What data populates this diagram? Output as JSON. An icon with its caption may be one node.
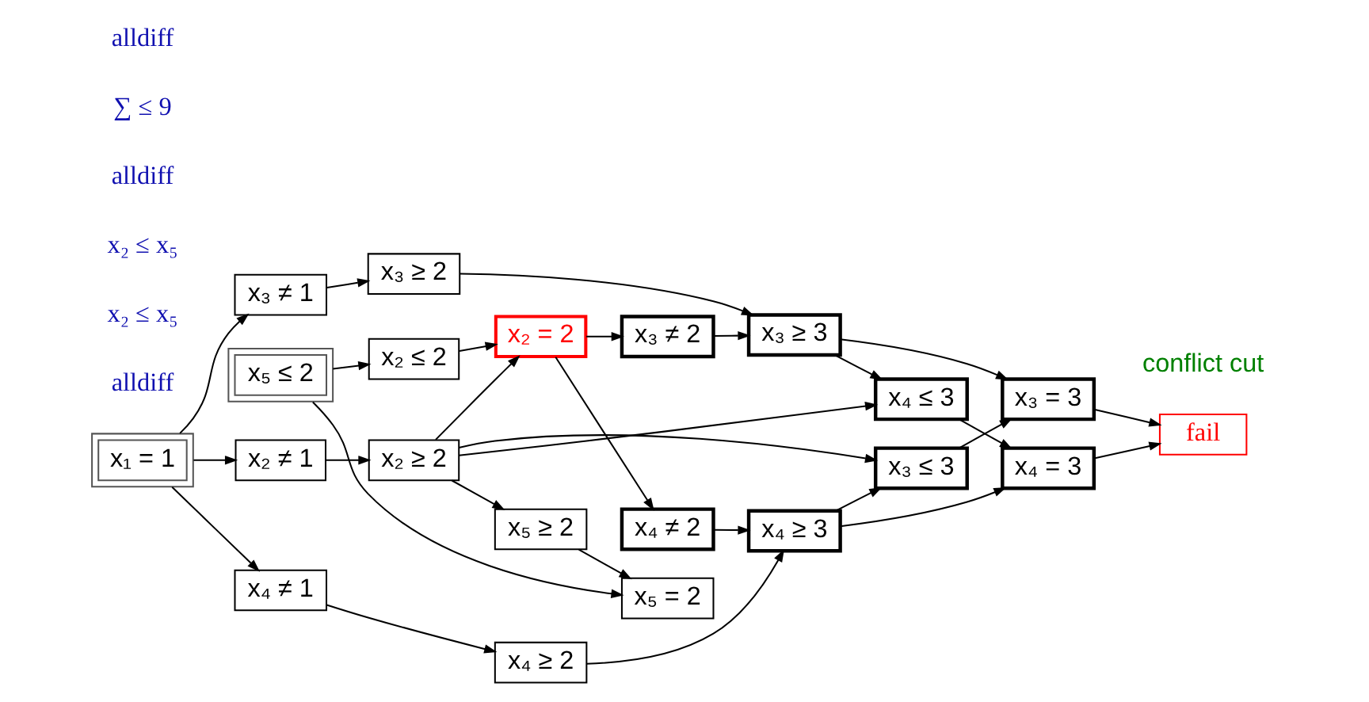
{
  "diagram": {
    "nodes": [
      {
        "text": [
          "x₁ = 1"
        ]
      },
      {
        "text": [
          "x₂ ≠ 1"
        ]
      },
      {
        "text": [
          "x₂ ≥ 2"
        ]
      },
      {
        "text": [
          "x₂ ≤ 2"
        ]
      },
      {
        "text": [
          "x₂ = 2"
        ]
      },
      {
        "text": [
          "x₃ ≠ 1"
        ]
      },
      {
        "text": [
          "x₃ ≥ 2"
        ]
      },
      {
        "text": [
          "x₄ ≠ 1"
        ]
      },
      {
        "text": [
          "x₄ ≥ 2"
        ]
      },
      {
        "text": [
          "x₃ ≠ 2"
        ]
      },
      {
        "text": [
          "x₃ ≥ 3"
        ]
      },
      {
        "text": [
          "x₃ ≤ 3"
        ]
      },
      {
        "text": [
          "x₃ = 3"
        ]
      },
      {
        "text": [
          "fail"
        ]
      },
      {
        "text": [
          "x₄ ≠ 2"
        ]
      },
      {
        "text": [
          "x₄ ≥ 3"
        ]
      },
      {
        "text": [
          "x₄ ≤ 3"
        ]
      },
      {
        "text": [
          "x₄ = 3"
        ]
      },
      {
        "text": [
          "x₅ ≥ 2"
        ]
      },
      {
        "text": [
          "x₅ ≤ 2"
        ]
      },
      {
        "text": [
          "x₅ = 2"
        ]
      }
    ],
    "edges": [
      {
        "from": 0,
        "to": 1,
        "arrow": "to"
      },
      {
        "from": 0,
        "to": 5,
        "arrow": "to"
      },
      {
        "from": 0,
        "to": 7,
        "arrow": "to"
      },
      {
        "from": 1,
        "to": 2,
        "arrow": "to"
      },
      {
        "from": 5,
        "to": 6,
        "arrow": "to"
      },
      {
        "from": 7,
        "to": 8,
        "arrow": "to"
      },
      {
        "from": 2,
        "to": 4,
        "arrow": "to"
      },
      {
        "from": 2,
        "to": 11,
        "arrow": "to"
      },
      {
        "from": 2,
        "to": 18,
        "arrow": "to"
      },
      {
        "from": 2,
        "to": 16,
        "arrow": "to"
      },
      {
        "from": 3,
        "to": 4,
        "arrow": "to"
      },
      {
        "from": 19,
        "to": 3,
        "arrow": "to"
      },
      {
        "from": 19,
        "to": 20,
        "arrow": "to"
      },
      {
        "from": 18,
        "to": 20,
        "arrow": "to"
      },
      {
        "from": 6,
        "to": 10,
        "arrow": "to"
      },
      {
        "from": 8,
        "to": 15,
        "arrow": "to"
      },
      {
        "from": 4,
        "to": 9,
        "arrow": "to"
      },
      {
        "from": 4,
        "to": 14,
        "arrow": "to"
      },
      {
        "from": 9,
        "to": 10,
        "arrow": "to"
      },
      {
        "from": 14,
        "to": 15,
        "arrow": "to"
      },
      {
        "from": 10,
        "to": 12,
        "arrow": "to"
      },
      {
        "from": 10,
        "to": 16,
        "arrow": "to"
      },
      {
        "from": 15,
        "to": 11,
        "arrow": "to"
      },
      {
        "from": 15,
        "to": 17,
        "arrow": "to"
      },
      {
        "from": 11,
        "to": 12,
        "arrow": "to"
      },
      {
        "from": 16,
        "to": 17,
        "arrow": "to"
      },
      {
        "from": 12,
        "to": 13,
        "arrow": "to"
      },
      {
        "from": 17,
        "to": 13,
        "arrow": "to"
      }
    ],
    "labels": [
      "alldiff",
      "x₂ ≤ x₅",
      "x₂ ≤ x₅",
      "alldiff",
      "∑ ≤ 9",
      "alldiff",
      "conflict cut"
    ]
  }
}
